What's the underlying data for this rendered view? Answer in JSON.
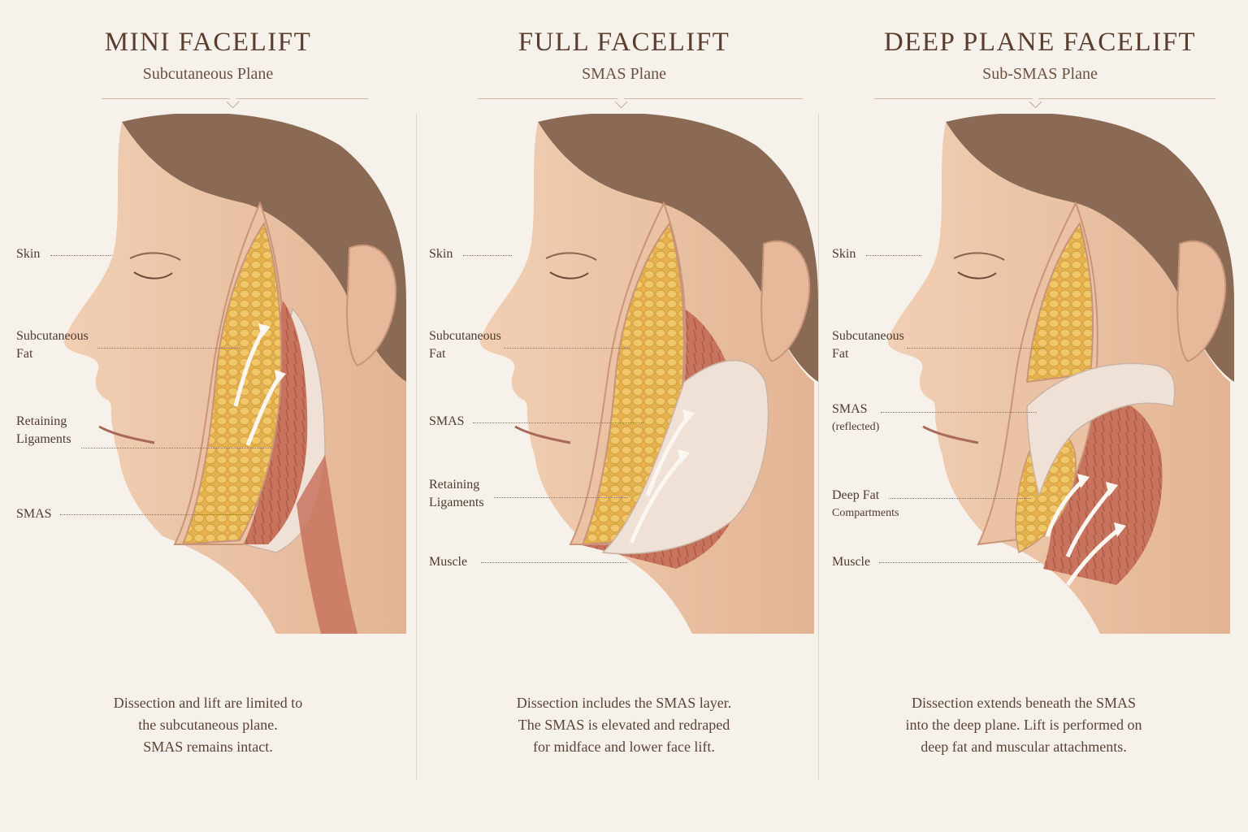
{
  "panels": [
    {
      "title": "MINI FACELIFT",
      "subtitle": "Subcutaneous Plane",
      "labels": [
        {
          "lines": [
            "Skin"
          ]
        },
        {
          "lines": [
            "Subcutaneous",
            "Fat"
          ]
        },
        {
          "lines": [
            "Retaining",
            "Ligaments"
          ]
        },
        {
          "lines": [
            "SMAS"
          ]
        }
      ],
      "caption": [
        "Dissection and lift are limited to",
        "the subcutaneous plane.",
        "SMAS remains intact."
      ]
    },
    {
      "title": "FULL FACELIFT",
      "subtitle": "SMAS Plane",
      "labels": [
        {
          "lines": [
            "Skin"
          ]
        },
        {
          "lines": [
            "Subcutaneous",
            "Fat"
          ]
        },
        {
          "lines": [
            "SMAS"
          ]
        },
        {
          "lines": [
            "Retaining",
            "Ligaments"
          ]
        },
        {
          "lines": [
            "Muscle"
          ]
        }
      ],
      "caption": [
        "Dissection includes the SMAS layer.",
        "The SMAS is elevated and redraped",
        "for midface and lower face lift."
      ]
    },
    {
      "title": "DEEP PLANE FACELIFT",
      "subtitle": "Sub-SMAS Plane",
      "labels": [
        {
          "lines": [
            "Skin"
          ]
        },
        {
          "lines": [
            "Subcutaneous",
            "Fat"
          ]
        },
        {
          "lines": [
            "SMAS",
            "(reflected)"
          ]
        },
        {
          "lines": [
            "Deep Fat",
            "Compartments"
          ]
        },
        {
          "lines": [
            "Muscle"
          ]
        }
      ],
      "caption": [
        "Dissection extends beneath the SMAS",
        "into the deep plane. Lift is performed on",
        "deep fat and muscular attachments."
      ]
    }
  ],
  "colors": {
    "background": "#f6f1ea",
    "skin": "#ebc2a4",
    "fat": "#e6b24e",
    "muscle": "#c8735e",
    "smas": "#efe1d6",
    "hair": "#8a6a55",
    "title": "#5a3d2e"
  }
}
